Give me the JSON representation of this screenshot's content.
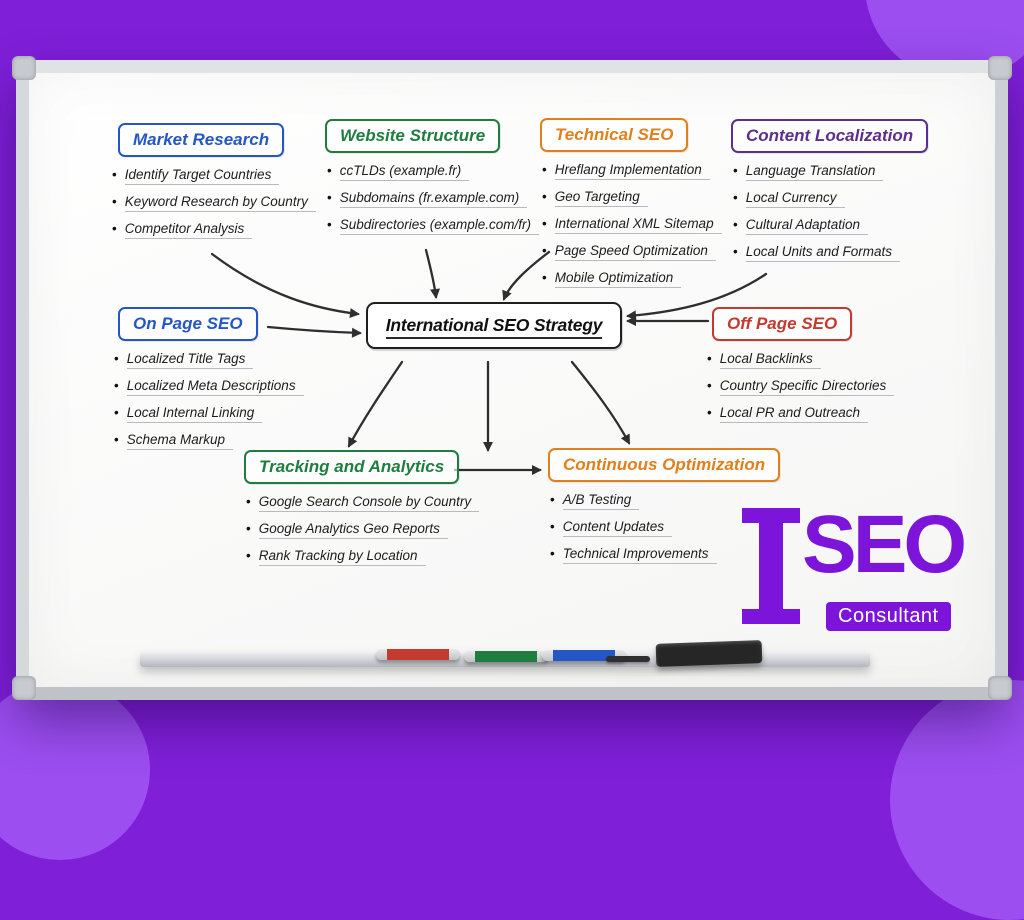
{
  "scene": {
    "background_color": "#7f1fd8",
    "accent_circle_color": "#9c4ef0"
  },
  "logo": {
    "brand": "SEO",
    "subtitle": "Consultant",
    "color": "#7c15d9"
  },
  "board": {
    "center": {
      "label": "International SEO Strategy",
      "color": "#1a1a1a"
    },
    "nodes": [
      {
        "id": "market-research",
        "title": "Market Research",
        "color": "#2457c5",
        "items": [
          "Identify Target Countries",
          "Keyword Research by Country",
          "Competitor Analysis"
        ]
      },
      {
        "id": "website-structure",
        "title": "Website Structure",
        "color": "#1e7d3f",
        "items": [
          "ccTLDs (example.fr)",
          "Subdomains (fr.example.com)",
          "Subdirectories (example.com/fr)"
        ]
      },
      {
        "id": "technical-seo",
        "title": "Technical SEO",
        "color": "#e0801c",
        "items": [
          "Hreflang Implementation",
          "Geo Targeting",
          "International XML Sitemap",
          "Page Speed Optimization",
          "Mobile Optimization"
        ]
      },
      {
        "id": "content-localization",
        "title": "Content Localization",
        "color": "#5d2e8f",
        "items": [
          "Language Translation",
          "Local Currency",
          "Cultural Adaptation",
          "Local Units and Formats"
        ]
      },
      {
        "id": "on-page-seo",
        "title": "On Page SEO",
        "color": "#2457c5",
        "items": [
          "Localized Title Tags",
          "Localized Meta Descriptions",
          "Local Internal Linking",
          "Schema Markup"
        ]
      },
      {
        "id": "off-page-seo",
        "title": "Off Page SEO",
        "color": "#c43a2f",
        "items": [
          "Local Backlinks",
          "Country Specific Directories",
          "Local PR and Outreach"
        ]
      },
      {
        "id": "tracking-and-analytics",
        "title": "Tracking and Analytics",
        "color": "#1e7d3f",
        "items": [
          "Google Search Console by Country",
          "Google Analytics Geo Reports",
          "Rank Tracking by Location"
        ]
      },
      {
        "id": "continuous-optimization",
        "title": "Continuous Optimization",
        "color": "#e0801c",
        "items": [
          "A/B Testing",
          "Content Updates",
          "Technical Improvements"
        ]
      }
    ],
    "markers": [
      {
        "name": "red-marker",
        "color": "#c23b2e"
      },
      {
        "name": "green-marker",
        "color": "#1e7d3f"
      },
      {
        "name": "blue-marker",
        "color": "#2457c5"
      },
      {
        "name": "black-pen",
        "color": "#2f2f2f"
      },
      {
        "name": "eraser",
        "color": "#262626"
      }
    ]
  }
}
